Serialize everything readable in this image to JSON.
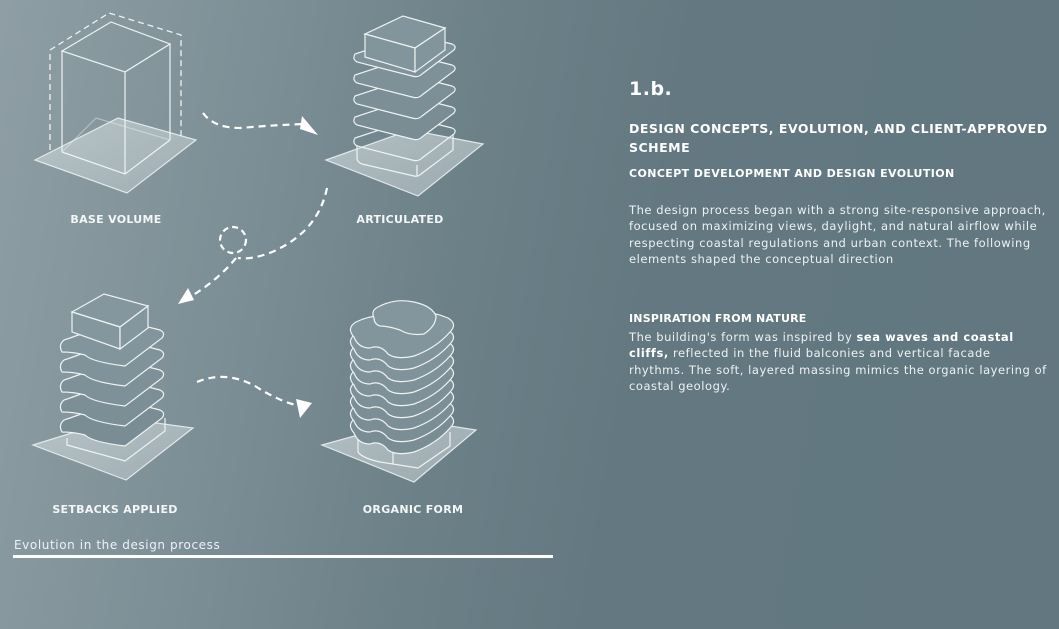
{
  "diagram": {
    "stages": [
      {
        "id": "base-volume",
        "label": "BASE VOLUME"
      },
      {
        "id": "articulated",
        "label": "ARTICULATED"
      },
      {
        "id": "setbacks-applied",
        "label": "SETBACKS APPLIED"
      },
      {
        "id": "organic-form",
        "label": "ORGANIC FORM"
      }
    ],
    "caption": "Evolution in the design process"
  },
  "content": {
    "section_number": "1.b.",
    "section_title": "DESIGN CONCEPTS, EVOLUTION, AND CLIENT-APPROVED SCHEME",
    "subheading": "CONCEPT DEVELOPMENT AND DESIGN EVOLUTION",
    "paragraph_1": "The design process began with a strong site-responsive approach, focused on maximizing views, daylight, and natural airflow while respecting coastal regulations and urban context. The following elements shaped the conceptual direction",
    "subheading_2": "INSPIRATION FROM NATURE",
    "paragraph_2_lead": "The building's form was inspired by ",
    "paragraph_2_emphasis": "sea waves and coastal cliffs,",
    "paragraph_2_rest": " reflected in the fluid balconies and vertical facade rhythms. The soft, layered massing mimics the organic layering of coastal geology."
  },
  "colors": {
    "background_light": "#8e9ea4",
    "background_dark": "#62777f",
    "line": "#ffffff",
    "ground_plate": "#b4c1c5"
  }
}
